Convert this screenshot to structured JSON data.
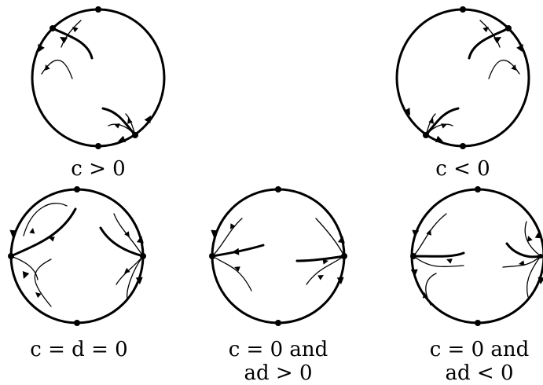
{
  "panels": [
    {
      "caption": [
        "c > 0"
      ]
    },
    {
      "caption": [
        "c < 0"
      ]
    },
    {
      "caption": [
        "c = d = 0"
      ]
    },
    {
      "caption": [
        "c = 0 and",
        "ad > 0"
      ]
    },
    {
      "caption": [
        "c = 0 and",
        "ad < 0"
      ]
    }
  ]
}
